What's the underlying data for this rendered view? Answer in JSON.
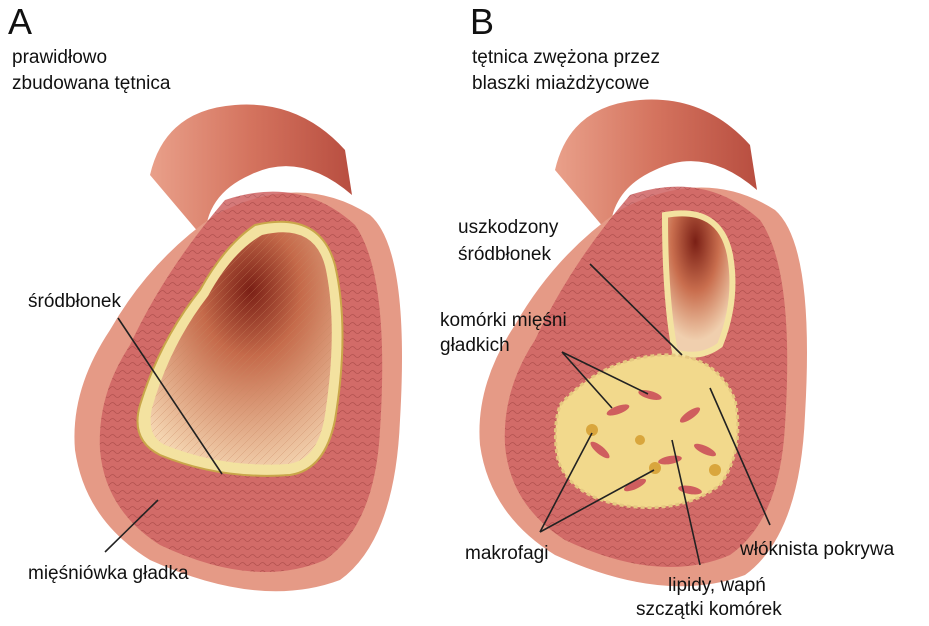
{
  "panels": [
    {
      "letter": "A",
      "caption_line1": "prawidłowo",
      "caption_line2": "zbudowana tętnica",
      "labels": {
        "endothelium": "śródbłonek",
        "smooth_muscle_layer": "mięśniówka gładka"
      }
    },
    {
      "letter": "B",
      "caption_line1": "tętnica zwężona przez",
      "caption_line2": "blaszki miażdżycowe",
      "labels": {
        "damaged_endothelium_line1": "uszkodzony",
        "damaged_endothelium_line2": "śródbłonek",
        "smooth_muscle_cells_line1": "komórki mięśni",
        "smooth_muscle_cells_line2": "gładkich",
        "macrophages": "makrofagi",
        "fibrous_cap": "włóknista pokrywa",
        "lipids_line1": "lipidy, wapń",
        "lipids_line2": "szczątki komórek"
      }
    }
  ],
  "colors": {
    "vessel_outer": "#e9a08a",
    "vessel_wall": "#d9786a",
    "muscle_band": "#c95a5a",
    "lumen_light": "#f6d7b6",
    "lumen_dark": "#8e2a1e",
    "endothelium_yellow": "#f3e2a0",
    "plaque": "#f2d98c",
    "leader_line": "#222222"
  }
}
